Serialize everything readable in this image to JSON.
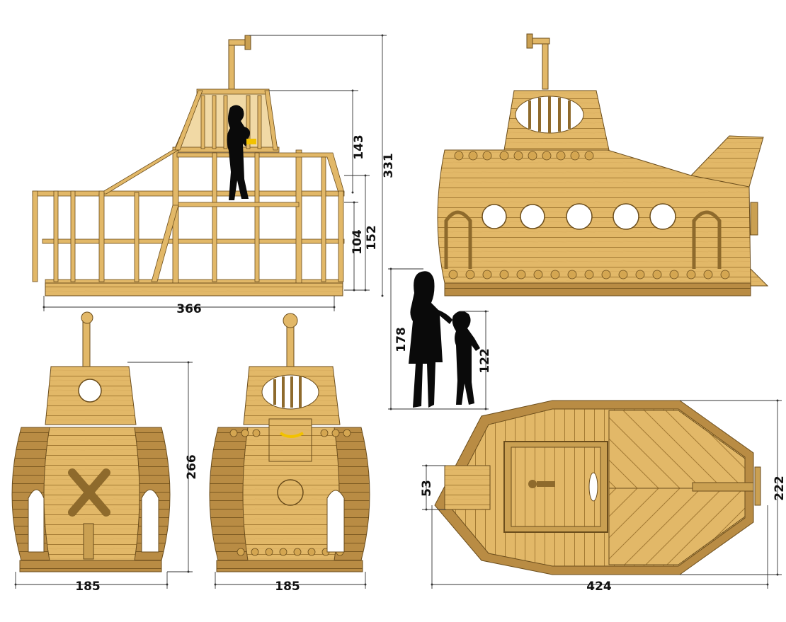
{
  "colors": {
    "wood_light": "#e2b868",
    "wood_mid": "#caa052",
    "wood_dark": "#8e6a2c",
    "wood_edge": "#6b4d1c",
    "silhouette": "#0a0a0a",
    "dimension_line": "#333333",
    "background": "#ffffff",
    "accent_yellow": "#f2c200"
  },
  "views": {
    "frame_side": {
      "width": "366",
      "tower_height": "143",
      "total_height": "331",
      "deck_height": "104",
      "frame_height": "152"
    },
    "front": {
      "width": "185",
      "height": "266"
    },
    "back": {
      "width": "185"
    },
    "top": {
      "length": "424",
      "width": "222",
      "hatch": "53"
    },
    "people": {
      "adult_height": "178",
      "child_height": "122"
    }
  }
}
